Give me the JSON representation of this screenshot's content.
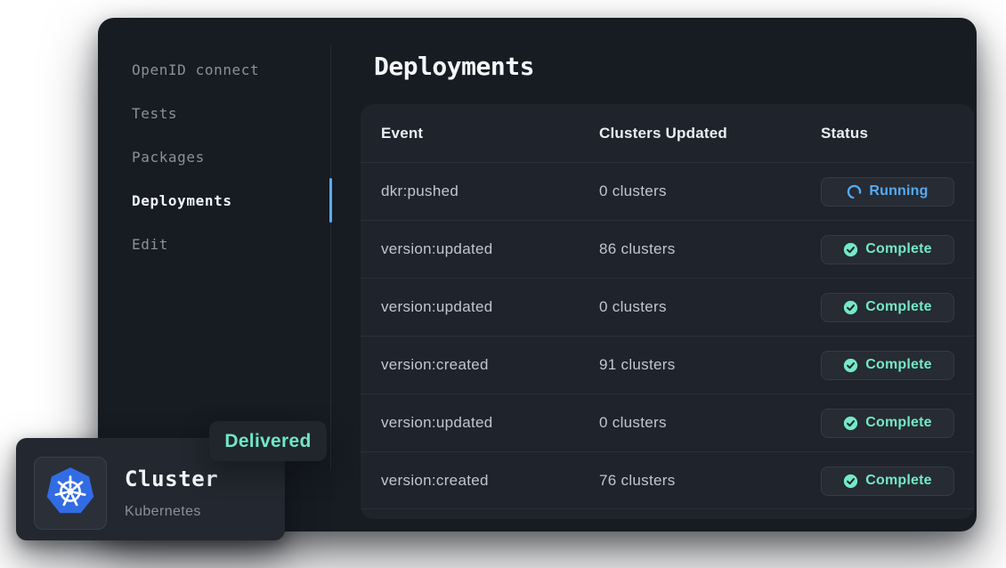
{
  "sidebar": {
    "items": [
      {
        "label": "OpenID connect",
        "slug": "openid-connect",
        "active": false
      },
      {
        "label": "Tests",
        "slug": "tests",
        "active": false
      },
      {
        "label": "Packages",
        "slug": "packages",
        "active": false
      },
      {
        "label": "Deployments",
        "slug": "deployments",
        "active": true
      },
      {
        "label": "Edit",
        "slug": "edit",
        "active": false
      }
    ]
  },
  "main": {
    "title": "Deployments",
    "table": {
      "columns": [
        "Event",
        "Clusters Updated",
        "Status"
      ],
      "rows": [
        {
          "event": "dkr:pushed",
          "clusters_updated": "0 clusters",
          "status": {
            "label": "Running",
            "state": "running",
            "icon": "spinner-icon"
          }
        },
        {
          "event": "version:updated",
          "clusters_updated": "86 clusters",
          "status": {
            "label": "Complete",
            "state": "complete",
            "icon": "check-circle-icon"
          }
        },
        {
          "event": "version:updated",
          "clusters_updated": "0 clusters",
          "status": {
            "label": "Complete",
            "state": "complete",
            "icon": "check-circle-icon"
          }
        },
        {
          "event": "version:created",
          "clusters_updated": "91 clusters",
          "status": {
            "label": "Complete",
            "state": "complete",
            "icon": "check-circle-icon"
          }
        },
        {
          "event": "version:updated",
          "clusters_updated": "0 clusters",
          "status": {
            "label": "Complete",
            "state": "complete",
            "icon": "check-circle-icon"
          }
        },
        {
          "event": "version:created",
          "clusters_updated": "76 clusters",
          "status": {
            "label": "Complete",
            "state": "complete",
            "icon": "check-circle-icon"
          }
        }
      ]
    }
  },
  "cluster_card": {
    "title": "Cluster",
    "subtitle": "Kubernetes",
    "badge_label": "Delivered",
    "icon": "kubernetes-icon"
  },
  "colors": {
    "panel_bg": "#171b22",
    "card_bg": "#1e232c",
    "accent_blue": "#55abf5",
    "accent_teal": "#74e9c6",
    "kubernetes_blue": "#326ce5"
  }
}
